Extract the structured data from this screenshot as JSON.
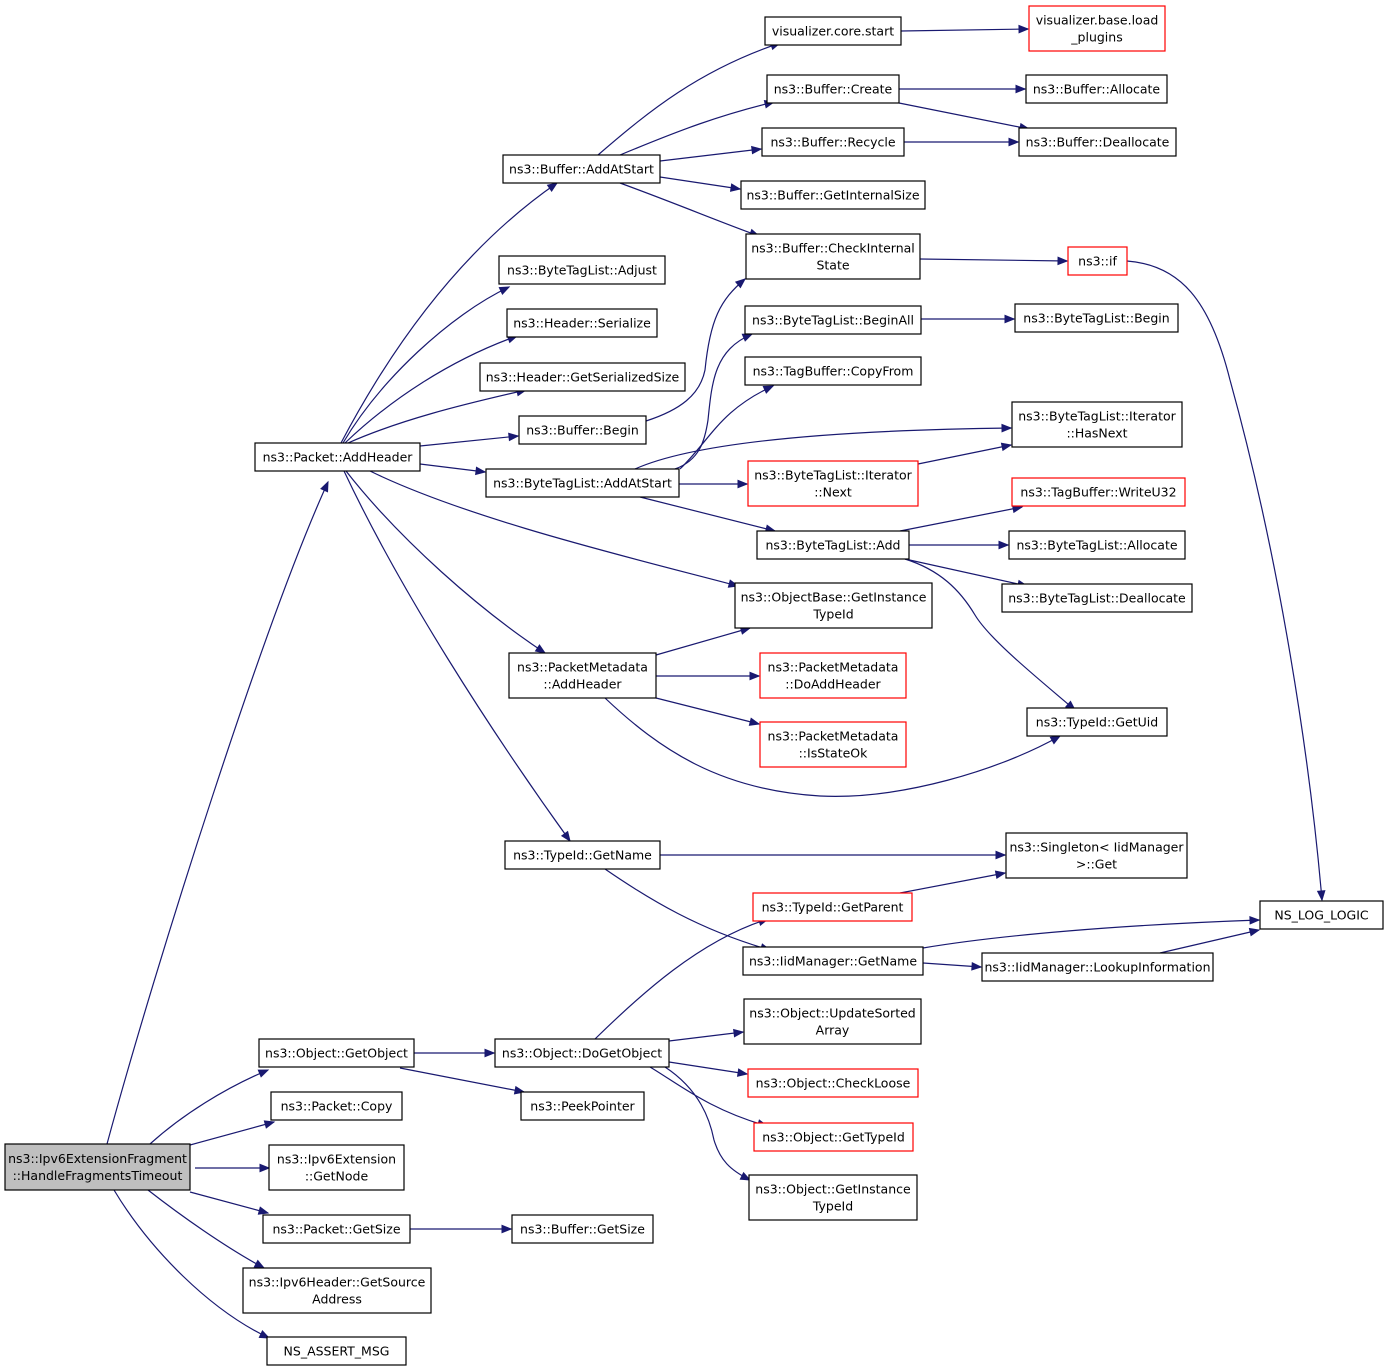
{
  "colors": {
    "edge": "#191970",
    "border_normal": "#000000",
    "border_truncated": "#ff0000",
    "root_fill": "#bfbfbf",
    "node_fill": "#ffffff"
  },
  "nodes": [
    {
      "id": "root",
      "lines": [
        "ns3::Ipv6ExtensionFragment",
        "::HandleFragmentsTimeout"
      ],
      "style": "root"
    },
    {
      "id": "addheader",
      "lines": [
        "ns3::Packet::AddHeader"
      ],
      "style": "normal"
    },
    {
      "id": "getobject",
      "lines": [
        "ns3::Object::GetObject"
      ],
      "style": "normal"
    },
    {
      "id": "copy",
      "lines": [
        "ns3::Packet::Copy"
      ],
      "style": "normal"
    },
    {
      "id": "getnode",
      "lines": [
        "ns3::Ipv6Extension",
        "::GetNode"
      ],
      "style": "normal"
    },
    {
      "id": "getsize",
      "lines": [
        "ns3::Packet::GetSize"
      ],
      "style": "normal"
    },
    {
      "id": "getsource",
      "lines": [
        "ns3::Ipv6Header::GetSource",
        "Address"
      ],
      "style": "normal"
    },
    {
      "id": "nsassert",
      "lines": [
        "NS_ASSERT_MSG"
      ],
      "style": "normal"
    },
    {
      "id": "addatstart",
      "lines": [
        "ns3::Buffer::AddAtStart"
      ],
      "style": "normal"
    },
    {
      "id": "btladjust",
      "lines": [
        "ns3::ByteTagList::Adjust"
      ],
      "style": "normal"
    },
    {
      "id": "hdrserialize",
      "lines": [
        "ns3::Header::Serialize"
      ],
      "style": "normal"
    },
    {
      "id": "hdrgetsersize",
      "lines": [
        "ns3::Header::GetSerializedSize"
      ],
      "style": "normal"
    },
    {
      "id": "bufbegin",
      "lines": [
        "ns3::Buffer::Begin"
      ],
      "style": "normal"
    },
    {
      "id": "btladdatstart",
      "lines": [
        "ns3::ByteTagList::AddAtStart"
      ],
      "style": "normal"
    },
    {
      "id": "pmaddheader",
      "lines": [
        "ns3::PacketMetadata",
        "::AddHeader"
      ],
      "style": "normal"
    },
    {
      "id": "tidgetname",
      "lines": [
        "ns3::TypeId::GetName"
      ],
      "style": "normal"
    },
    {
      "id": "vizstart",
      "lines": [
        "visualizer.core.start"
      ],
      "style": "normal"
    },
    {
      "id": "bufcreate",
      "lines": [
        "ns3::Buffer::Create"
      ],
      "style": "normal"
    },
    {
      "id": "bufrecycle",
      "lines": [
        "ns3::Buffer::Recycle"
      ],
      "style": "normal"
    },
    {
      "id": "bufgetintsize",
      "lines": [
        "ns3::Buffer::GetInternalSize"
      ],
      "style": "normal"
    },
    {
      "id": "bufcheckint",
      "lines": [
        "ns3::Buffer::CheckInternal",
        "State"
      ],
      "style": "normal"
    },
    {
      "id": "btlbeginall",
      "lines": [
        "ns3::ByteTagList::BeginAll"
      ],
      "style": "normal"
    },
    {
      "id": "tbcopyfrom",
      "lines": [
        "ns3::TagBuffer::CopyFrom"
      ],
      "style": "normal"
    },
    {
      "id": "btlitnext",
      "lines": [
        "ns3::ByteTagList::Iterator",
        "::Next"
      ],
      "style": "truncated"
    },
    {
      "id": "btladd",
      "lines": [
        "ns3::ByteTagList::Add"
      ],
      "style": "normal"
    },
    {
      "id": "obgetinst",
      "lines": [
        "ns3::ObjectBase::GetInstance",
        "TypeId"
      ],
      "style": "normal"
    },
    {
      "id": "pmdoadd",
      "lines": [
        "ns3::PacketMetadata",
        "::DoAddHeader"
      ],
      "style": "truncated"
    },
    {
      "id": "pmisok",
      "lines": [
        "ns3::PacketMetadata",
        "::IsStateOk"
      ],
      "style": "truncated"
    },
    {
      "id": "vizload",
      "lines": [
        "visualizer.base.load",
        "_plugins"
      ],
      "style": "truncated"
    },
    {
      "id": "bufallocate",
      "lines": [
        "ns3::Buffer::Allocate"
      ],
      "style": "normal"
    },
    {
      "id": "bufdealloc",
      "lines": [
        "ns3::Buffer::Deallocate"
      ],
      "style": "normal"
    },
    {
      "id": "nsif",
      "lines": [
        "ns3::if"
      ],
      "style": "truncated"
    },
    {
      "id": "btlbegin",
      "lines": [
        "ns3::ByteTagList::Begin"
      ],
      "style": "normal"
    },
    {
      "id": "btlithasnext",
      "lines": [
        "ns3::ByteTagList::Iterator",
        "::HasNext"
      ],
      "style": "normal"
    },
    {
      "id": "tbwrite",
      "lines": [
        "ns3::TagBuffer::WriteU32"
      ],
      "style": "truncated"
    },
    {
      "id": "btlallocate",
      "lines": [
        "ns3::ByteTagList::Allocate"
      ],
      "style": "normal"
    },
    {
      "id": "btldealloc",
      "lines": [
        "ns3::ByteTagList::Deallocate"
      ],
      "style": "normal"
    },
    {
      "id": "tidgetuid",
      "lines": [
        "ns3::TypeId::GetUid"
      ],
      "style": "normal"
    },
    {
      "id": "singleton",
      "lines": [
        "ns3::Singleton< IidManager",
        ">::Get"
      ],
      "style": "normal"
    },
    {
      "id": "tidgetparent",
      "lines": [
        "ns3::TypeId::GetParent"
      ],
      "style": "truncated"
    },
    {
      "id": "iidgetname",
      "lines": [
        "ns3::IidManager::GetName"
      ],
      "style": "normal"
    },
    {
      "id": "iidlookup",
      "lines": [
        "ns3::IidManager::LookupInformation"
      ],
      "style": "normal"
    },
    {
      "id": "nslog",
      "lines": [
        "NS_LOG_LOGIC"
      ],
      "style": "normal"
    },
    {
      "id": "dogetobject",
      "lines": [
        "ns3::Object::DoGetObject"
      ],
      "style": "normal"
    },
    {
      "id": "peekptr",
      "lines": [
        "ns3::PeekPointer"
      ],
      "style": "normal"
    },
    {
      "id": "bufgetsize",
      "lines": [
        "ns3::Buffer::GetSize"
      ],
      "style": "normal"
    },
    {
      "id": "objupdsorted",
      "lines": [
        "ns3::Object::UpdateSorted",
        "Array"
      ],
      "style": "normal"
    },
    {
      "id": "objcheckloose",
      "lines": [
        "ns3::Object::CheckLoose"
      ],
      "style": "truncated"
    },
    {
      "id": "objgettid",
      "lines": [
        "ns3::Object::GetTypeId"
      ],
      "style": "truncated"
    },
    {
      "id": "objgetinst",
      "lines": [
        "ns3::Object::GetInstance",
        "TypeId"
      ],
      "style": "normal"
    }
  ]
}
